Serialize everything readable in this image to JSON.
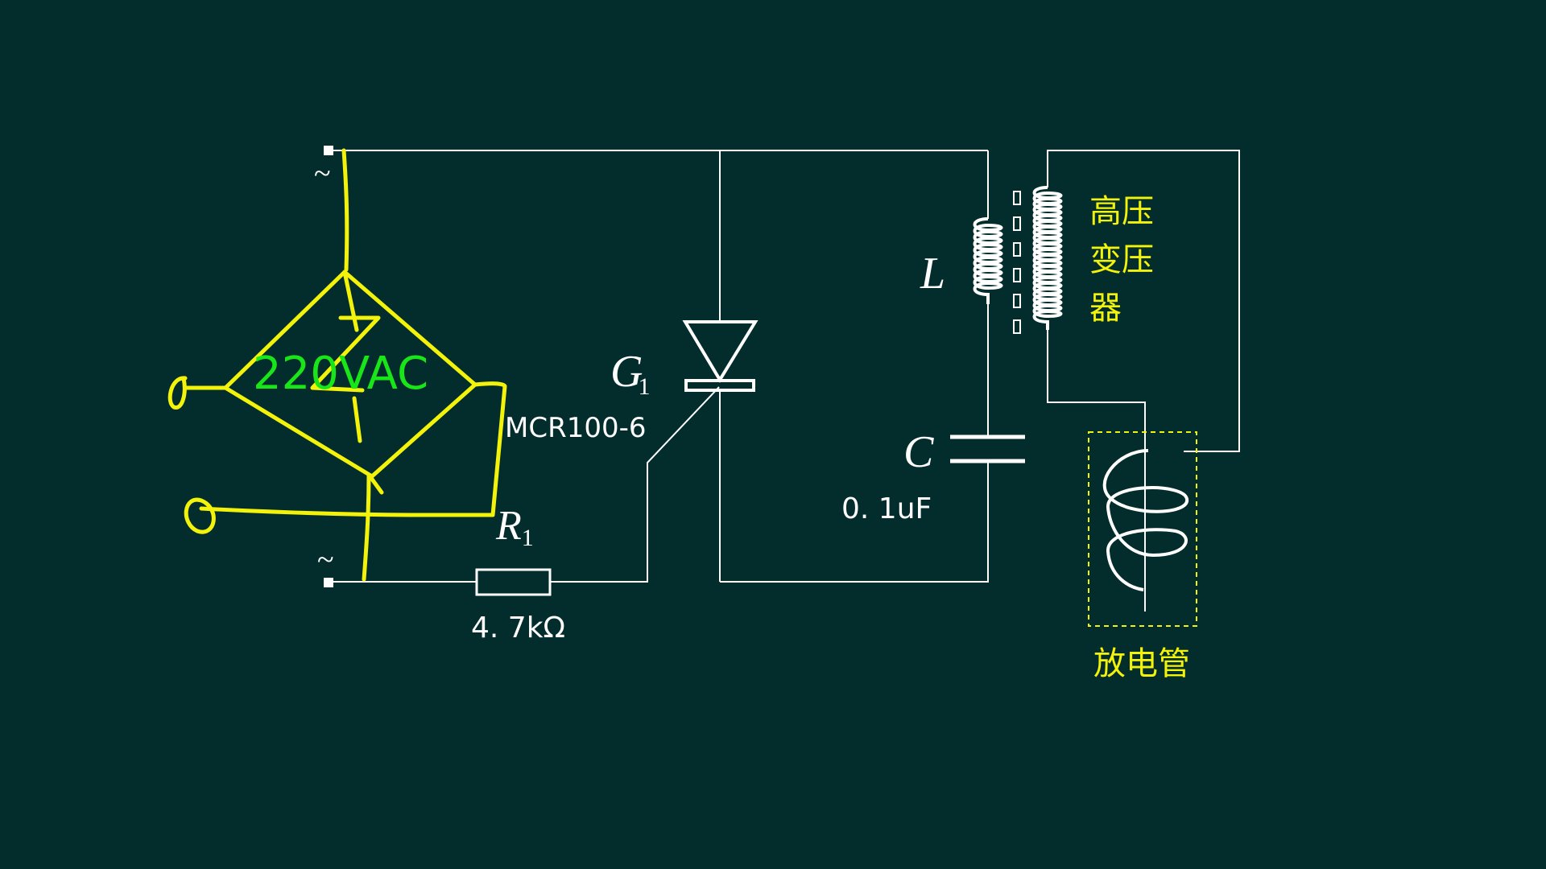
{
  "colors": {
    "background": "#032d2d",
    "wire": "#ffffff",
    "annotation": "#f2f20a",
    "label_yellow": "#f2f20a",
    "label_green": "#19e619"
  },
  "labels": {
    "ac_top": "~",
    "ac_bottom": "~",
    "handwritten_voltage": "220VAC",
    "scr_part": "MCR100-6",
    "gate": "G",
    "gate_sub": "1",
    "resistor": "R",
    "resistor_sub": "1",
    "resistor_value": "4. 7kΩ",
    "inductor": "L",
    "capacitor": "C",
    "capacitor_value": "0. 1uF",
    "transformer_line1": "高压",
    "transformer_line2": "变压",
    "transformer_line3": "器",
    "tube": "放电管"
  }
}
